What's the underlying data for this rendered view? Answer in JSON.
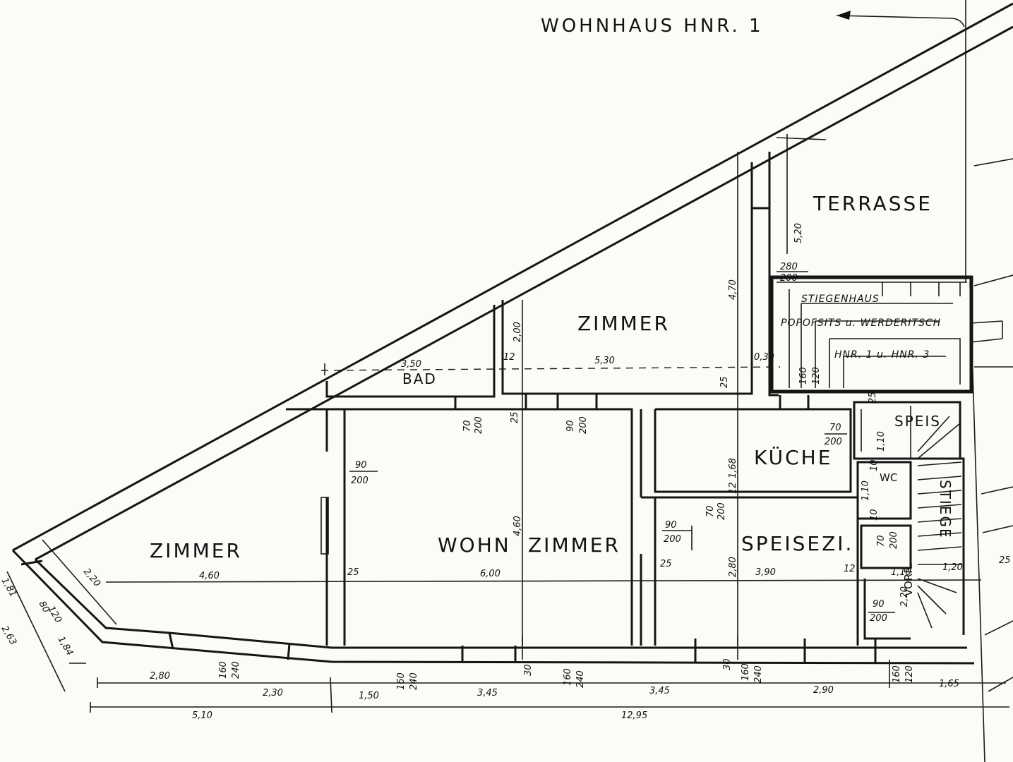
{
  "title": "WOHNHAUS HNR. 1",
  "rooms": {
    "terrasse": "TERRASSE",
    "zimmer_top": "ZIMMER",
    "zimmer_left": "ZIMMER",
    "bad": "BAD",
    "wohn_a": "WOHN",
    "wohn_b": "ZIMMER",
    "kueche": "KÜCHE",
    "speisezi": "SPEISEZI.",
    "speis": "SPEIS",
    "wc": "WC",
    "stiege": "STIEGE",
    "vorr": "VORR."
  },
  "stairhouse": {
    "line1": "STIEGENHAUS",
    "line2": "POPOFSITS u. WERDERITSCH",
    "line3": "HNR. 1 u. HNR. 3"
  },
  "dimensions": {
    "bad_width": "3,50",
    "zimmer_width": "5,30",
    "w12a": "12",
    "zimmer_depth": "2,00",
    "d470": "4,70",
    "d520": "5,20",
    "ter_w": "280",
    "ter_h": "200",
    "d030": "0,30",
    "d160": "160",
    "d120": "120",
    "d25a": "25",
    "d25b": "25",
    "door_bad_w": "70",
    "door_bad_h": "200",
    "door_z_w": "90",
    "door_z_h": "200",
    "door_left_w": "90",
    "door_left_h": "200",
    "door_wz_w": "90",
    "door_wz_h": "200",
    "door_kw": "70",
    "door_kh": "200",
    "door_sz_w": "70",
    "door_sz_h": "200",
    "kueche_h": "1,68",
    "k12": "12",
    "wohn_h": "4,60",
    "speis_h": "2,80",
    "d25c": "25",
    "d25d": "25",
    "left_room_w": "4,60",
    "wohn_w": "6,00",
    "speisezi_w": "3,90",
    "s12": "12",
    "vorr_w": "1,10",
    "stiege_w": "1,20",
    "d25e": "25",
    "diag_220": "2,20",
    "speis_25": "25",
    "speis_110": "1,10",
    "wc_10a": "10",
    "wc_110": "1,10",
    "wc_10b": "10",
    "wc_door_w": "70",
    "wc_door_h": "200",
    "vorr_door_w": "90",
    "vorr_door_h": "200",
    "vorr_220": "2,20",
    "side_181": "1,81",
    "side_80": "80",
    "side_120": "120",
    "side_263": "2,63",
    "side_184": "1,84",
    "b280": "2,80",
    "b230": "2,30",
    "b150": "1,50",
    "b345a": "3,45",
    "b345b": "3,45",
    "b290": "2,90",
    "b165": "1,65",
    "b510": "5,10",
    "b1295": "12,95",
    "win1_w": "160",
    "win1_h": "240",
    "win2_w": "160",
    "win2_h": "240",
    "win3_w": "160",
    "win3_h": "240",
    "win4_w": "160",
    "win4_h": "240",
    "win5_w": "160",
    "win5_h": "120",
    "b30a": "30",
    "b30b": "30"
  }
}
